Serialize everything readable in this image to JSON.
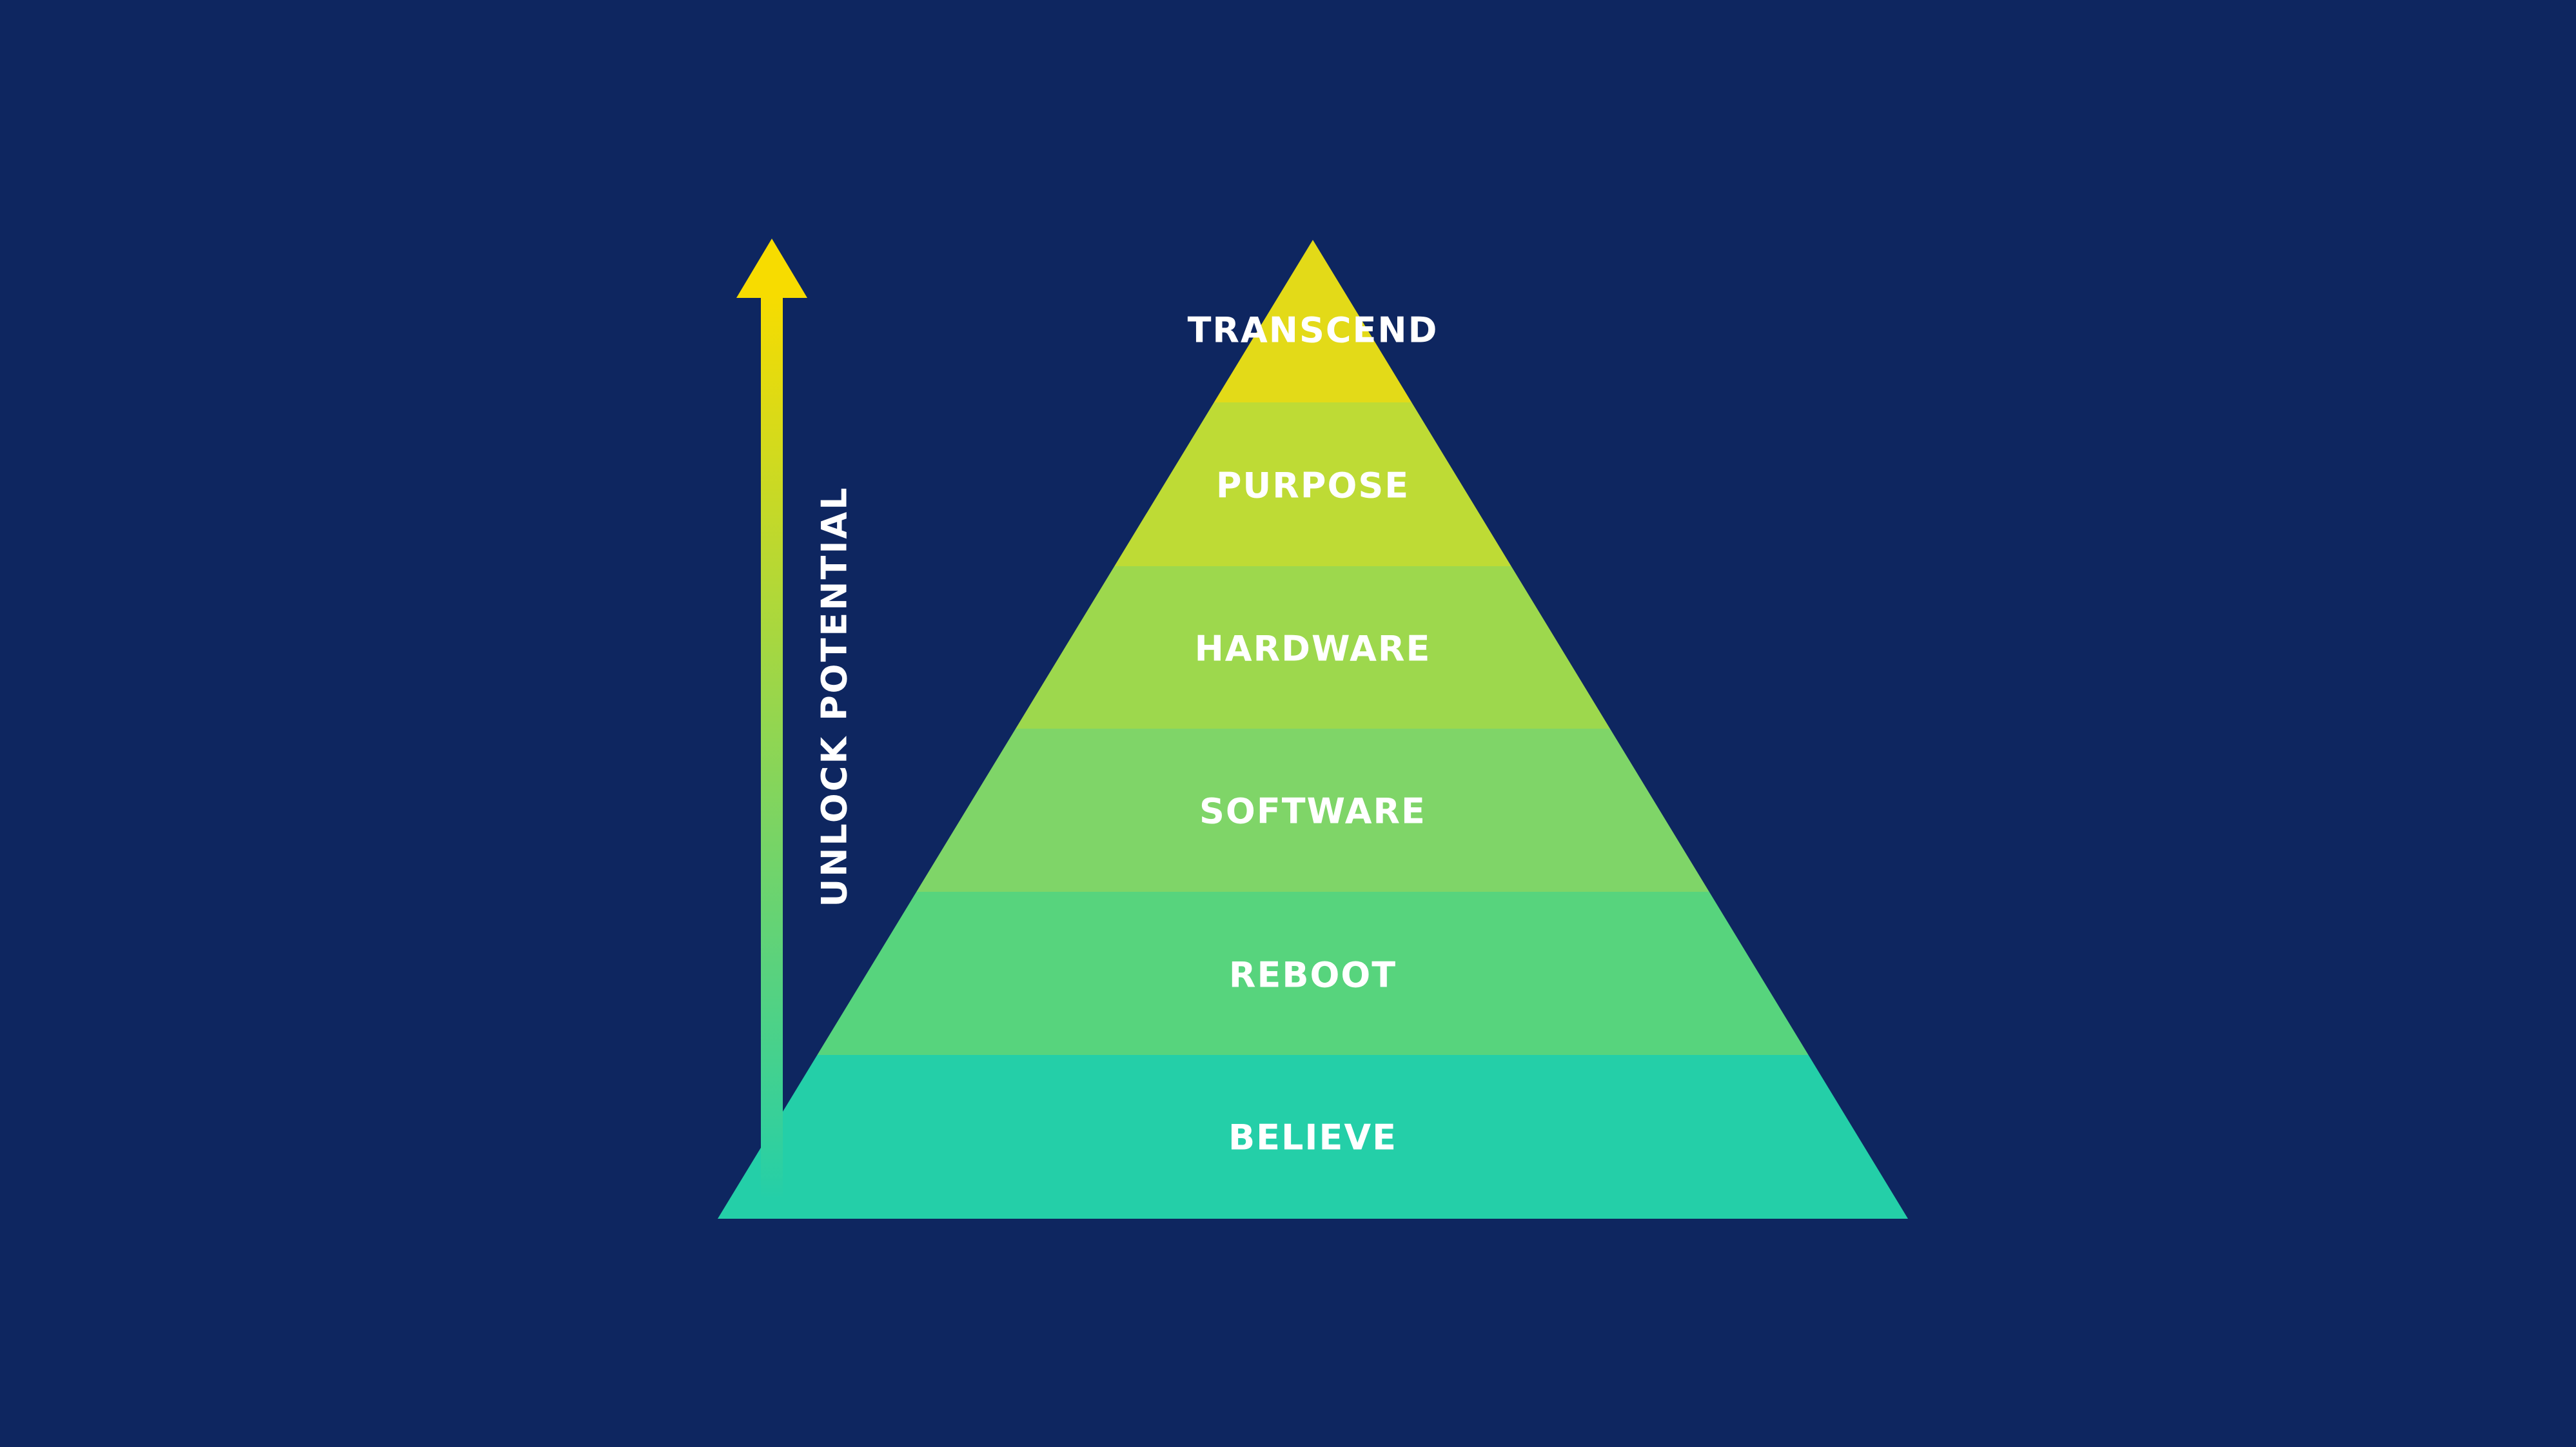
{
  "background_color": "#0e2660",
  "arrow": {
    "label": "UNLOCK POTENTIAL",
    "color_top": "#f7dc00",
    "color_bottom": "#24cfa8"
  },
  "pyramid": {
    "levels_top_to_bottom": [
      {
        "label": "TRANSCEND",
        "color": "#e3da18"
      },
      {
        "label": "PURPOSE",
        "color": "#bedb35"
      },
      {
        "label": "HARDWARE",
        "color": "#9dd84d"
      },
      {
        "label": "SOFTWARE",
        "color": "#7fd568"
      },
      {
        "label": "REBOOT",
        "color": "#57d47d"
      },
      {
        "label": "BELIEVE",
        "color": "#24cfa8"
      }
    ]
  }
}
